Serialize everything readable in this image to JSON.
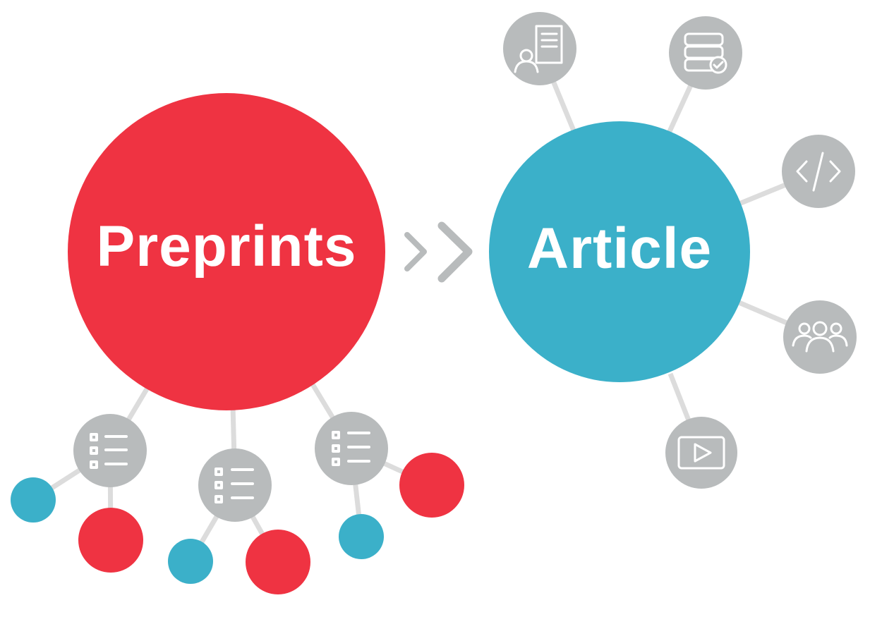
{
  "colors": {
    "preprints": "#ef3342",
    "article": "#3bb0c9",
    "node": "#b8bbbc",
    "line": "#dcdcdc",
    "arrow": "#b8bbbc",
    "icon": "#ffffff"
  },
  "hubs": {
    "preprints": {
      "label": "Preprints"
    },
    "article": {
      "label": "Article"
    }
  },
  "arrow": {
    "icon": "double-chevron-right"
  },
  "article_satellites": [
    {
      "icon": "author-document-icon"
    },
    {
      "icon": "database-check-icon"
    },
    {
      "icon": "code-icon"
    },
    {
      "icon": "group-users-icon"
    },
    {
      "icon": "video-play-icon"
    }
  ],
  "preprint_branches": [
    {
      "icon": "checklist-icon",
      "children": [
        "blue",
        "red"
      ]
    },
    {
      "icon": "checklist-icon",
      "children": [
        "blue",
        "red"
      ]
    },
    {
      "icon": "checklist-icon",
      "children": [
        "blue",
        "red"
      ]
    }
  ]
}
